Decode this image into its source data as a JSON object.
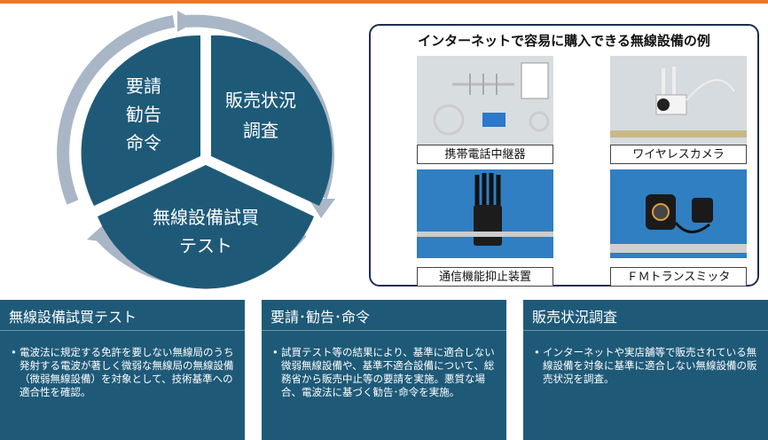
{
  "cycle": {
    "segments": [
      {
        "lines": [
          "要請",
          "勧告",
          "命令"
        ]
      },
      {
        "lines": [
          "販売状況",
          "調査"
        ]
      },
      {
        "lines": [
          "無線設備試買",
          "テスト"
        ]
      }
    ]
  },
  "examples": {
    "title": "インターネットで容易に購入できる無線設備の例",
    "items": [
      {
        "caption": "携帯電話中継器",
        "icon": "antenna-repeater-icon"
      },
      {
        "caption": "ワイヤレスカメラ",
        "icon": "wireless-camera-icon"
      },
      {
        "caption": "通信機能抑止装置",
        "icon": "jammer-icon"
      },
      {
        "caption": "ＦＭトランスミッタ",
        "icon": "fm-transmitter-icon"
      }
    ]
  },
  "boxes": [
    {
      "title": "無線設備試買テスト",
      "bullet": "•",
      "text": "電波法に規定する免許を要しない無線局のうち発射する電波が著しく微弱な無線局の無線設備（微弱無線設備）を対象として、技術基準への適合性を確認。"
    },
    {
      "title": "要請･勧告･命令",
      "bullet": "•",
      "text": "試買テスト等の結果により、基準に適合しない微弱無線設備や、基準不適合設備について、総務省から販売中止等の要請を実施。悪質な場合、電波法に基づく勧告･命令を実施。"
    },
    {
      "title": "販売状況調査",
      "bullet": "•",
      "text": "インターネットや実店舗等で販売されている無線設備を対象に基準に適合しない無線設備の販売状況を調査。"
    }
  ],
  "colors": {
    "segment": "#1e5a78",
    "arrow": "#a9b6c6",
    "box": "#1e5a78",
    "accent": "#e8772e"
  }
}
